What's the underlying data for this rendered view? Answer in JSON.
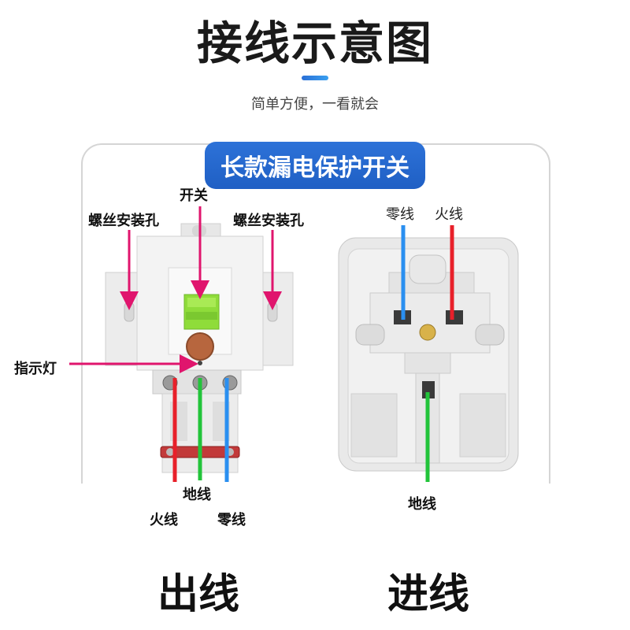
{
  "header": {
    "title": "接线示意图",
    "subtitle": "简单方便，一看就会"
  },
  "banner": {
    "text": "长款漏电保护开关"
  },
  "left_labels": {
    "switch": "开关",
    "screw_hole_left": "螺丝安装孔",
    "screw_hole_right": "螺丝安装孔",
    "indicator": "指示灯",
    "ground": "地线",
    "live": "火线",
    "neutral": "零线",
    "section": "出线"
  },
  "right_labels": {
    "neutral": "零线",
    "live": "火线",
    "ground": "地线",
    "section": "进线"
  },
  "colors": {
    "live": "#e8202a",
    "neutral": "#2a8ff0",
    "ground": "#22c43a",
    "pointer": "#e0156d",
    "banner": "#2467d0",
    "switch_lever": "#8fdc3a"
  }
}
